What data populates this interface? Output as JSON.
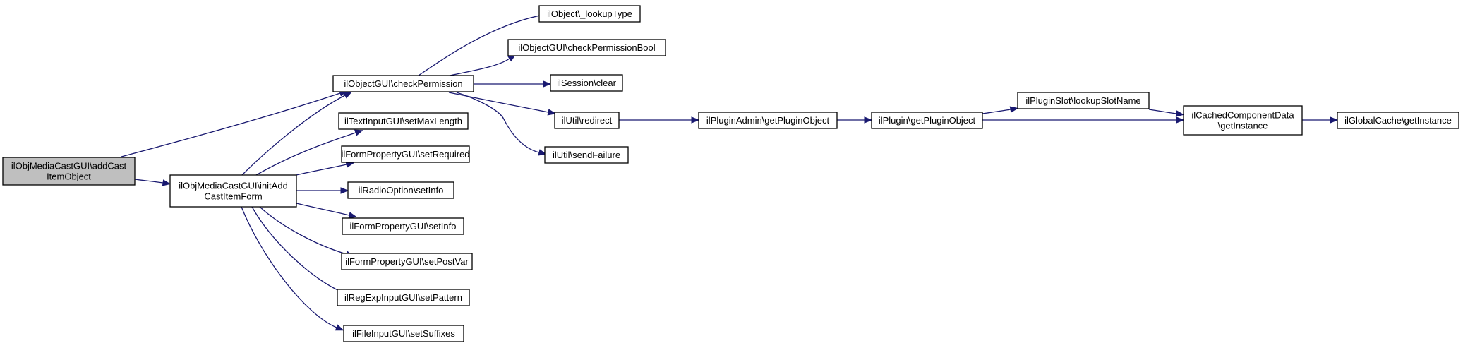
{
  "nodes": {
    "add_cast_item_object": {
      "lines": [
        "ilObjMediaCastGUI\\addCast",
        "ItemObject"
      ],
      "highlighted": true
    },
    "check_permission": {
      "lines": [
        "ilObjectGUI\\checkPermission"
      ]
    },
    "init_add_cast_item_form": {
      "lines": [
        "ilObjMediaCastGUI\\initAdd",
        "CastItemForm"
      ]
    },
    "lookup_type": {
      "lines": [
        "ilObject\\_lookupType"
      ]
    },
    "check_permission_bool": {
      "lines": [
        "ilObjectGUI\\checkPermissionBool"
      ]
    },
    "session_clear": {
      "lines": [
        "ilSession\\clear"
      ]
    },
    "util_redirect": {
      "lines": [
        "ilUtil\\redirect"
      ]
    },
    "util_send_failure": {
      "lines": [
        "ilUtil\\sendFailure"
      ]
    },
    "text_input_set_max_length": {
      "lines": [
        "ilTextInputGUI\\setMaxLength"
      ]
    },
    "form_property_set_required": {
      "lines": [
        "ilFormPropertyGUI\\setRequired"
      ]
    },
    "radio_option_set_info": {
      "lines": [
        "ilRadioOption\\setInfo"
      ]
    },
    "form_property_set_info": {
      "lines": [
        "ilFormPropertyGUI\\setInfo"
      ]
    },
    "form_property_set_post_var": {
      "lines": [
        "ilFormPropertyGUI\\setPostVar"
      ]
    },
    "reg_exp_input_set_pattern": {
      "lines": [
        "ilRegExpInputGUI\\setPattern"
      ]
    },
    "file_input_set_suffixes": {
      "lines": [
        "ilFileInputGUI\\setSuffixes"
      ]
    },
    "plugin_admin_get_plugin_object": {
      "lines": [
        "ilPluginAdmin\\getPluginObject"
      ]
    },
    "plugin_get_plugin_object": {
      "lines": [
        "ilPlugin\\getPluginObject"
      ]
    },
    "plugin_slot_lookup_slot_name": {
      "lines": [
        "ilPluginSlot\\lookupSlotName"
      ]
    },
    "cached_component_data_get_instance": {
      "lines": [
        "ilCachedComponentData",
        "\\getInstance"
      ]
    },
    "global_cache_get_instance": {
      "lines": [
        "ilGlobalCache\\getInstance"
      ]
    }
  },
  "edges": [
    [
      "add_cast_item_object",
      "check_permission"
    ],
    [
      "add_cast_item_object",
      "init_add_cast_item_form"
    ],
    [
      "check_permission",
      "lookup_type"
    ],
    [
      "check_permission",
      "check_permission_bool"
    ],
    [
      "check_permission",
      "session_clear"
    ],
    [
      "check_permission",
      "util_redirect"
    ],
    [
      "check_permission",
      "util_send_failure"
    ],
    [
      "init_add_cast_item_form",
      "check_permission"
    ],
    [
      "init_add_cast_item_form",
      "text_input_set_max_length"
    ],
    [
      "init_add_cast_item_form",
      "form_property_set_required"
    ],
    [
      "init_add_cast_item_form",
      "radio_option_set_info"
    ],
    [
      "init_add_cast_item_form",
      "form_property_set_info"
    ],
    [
      "init_add_cast_item_form",
      "form_property_set_post_var"
    ],
    [
      "init_add_cast_item_form",
      "reg_exp_input_set_pattern"
    ],
    [
      "init_add_cast_item_form",
      "file_input_set_suffixes"
    ],
    [
      "util_redirect",
      "plugin_admin_get_plugin_object"
    ],
    [
      "plugin_admin_get_plugin_object",
      "plugin_get_plugin_object"
    ],
    [
      "plugin_get_plugin_object",
      "plugin_slot_lookup_slot_name"
    ],
    [
      "plugin_get_plugin_object",
      "cached_component_data_get_instance"
    ],
    [
      "plugin_slot_lookup_slot_name",
      "cached_component_data_get_instance"
    ],
    [
      "cached_component_data_get_instance",
      "global_cache_get_instance"
    ]
  ],
  "colors": {
    "edge": "#191970",
    "node_border": "#000000",
    "node_fill": "#ffffff",
    "highlighted_fill": "#bfbfbf"
  }
}
